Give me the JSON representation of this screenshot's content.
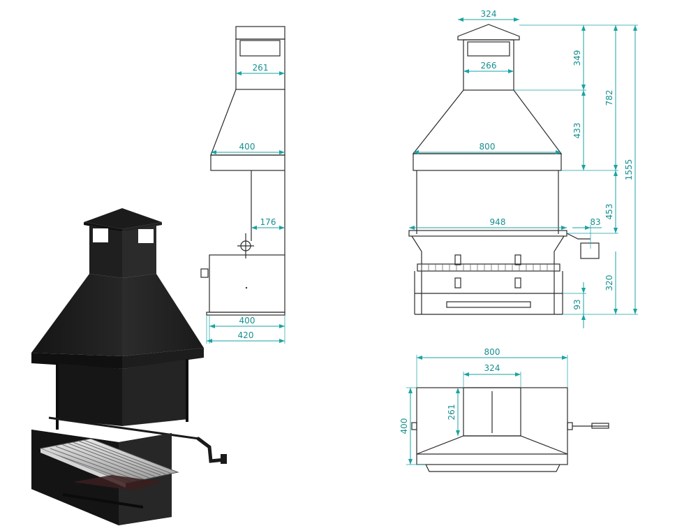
{
  "colors": {
    "dimension": "#1aa3a3",
    "outline": "#2b2b2b",
    "body": "#1c1c1c"
  },
  "side_view": {
    "d_261": "261",
    "d_400_top": "400",
    "d_176": "176",
    "d_400_base": "400",
    "d_420": "420"
  },
  "front_view": {
    "d_324": "324",
    "d_266": "266",
    "d_800": "800",
    "d_948": "948",
    "d_83": "83",
    "d_349": "349",
    "d_433": "433",
    "d_782": "782",
    "d_453": "453",
    "d_1555": "1555",
    "d_320": "320",
    "d_93": "93"
  },
  "top_view": {
    "d_800": "800",
    "d_324": "324",
    "d_261": "261",
    "d_400": "400"
  }
}
